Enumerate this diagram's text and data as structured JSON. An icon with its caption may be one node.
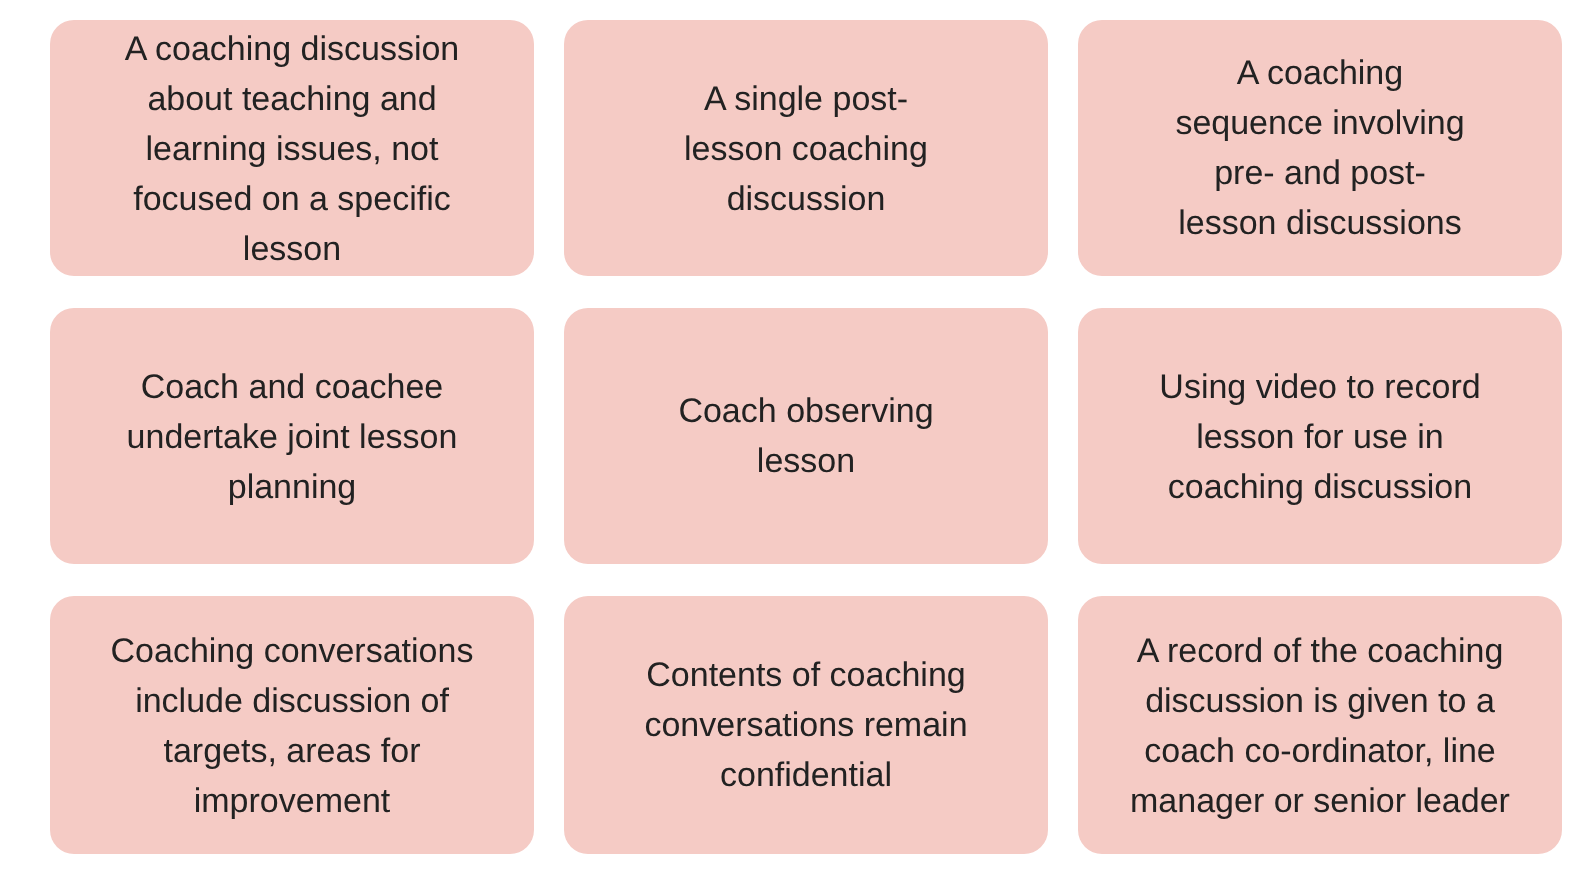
{
  "diagram": {
    "nodes": [
      {
        "text": [
          "A coaching discussion about teaching and learning issues, not focused on a specific lesson"
        ]
      },
      {
        "text": [
          "A single post-lesson coaching discussion"
        ]
      },
      {
        "text": [
          "A coaching sequence involving pre- and post-lesson discussions"
        ]
      },
      {
        "text": [
          "Coach and coachee undertake joint lesson planning"
        ]
      },
      {
        "text": [
          "Coach observing lesson"
        ]
      },
      {
        "text": [
          "Using video to record lesson for use in coaching discussion"
        ]
      },
      {
        "text": [
          "Coaching conversations include discussion of targets, areas for improvement"
        ]
      },
      {
        "text": [
          "Contents of coaching conversations remain confidential"
        ]
      },
      {
        "text": [
          "A record of the coaching discussion is given to a coach co-ordinator, line manager or senior leader"
        ]
      }
    ]
  }
}
